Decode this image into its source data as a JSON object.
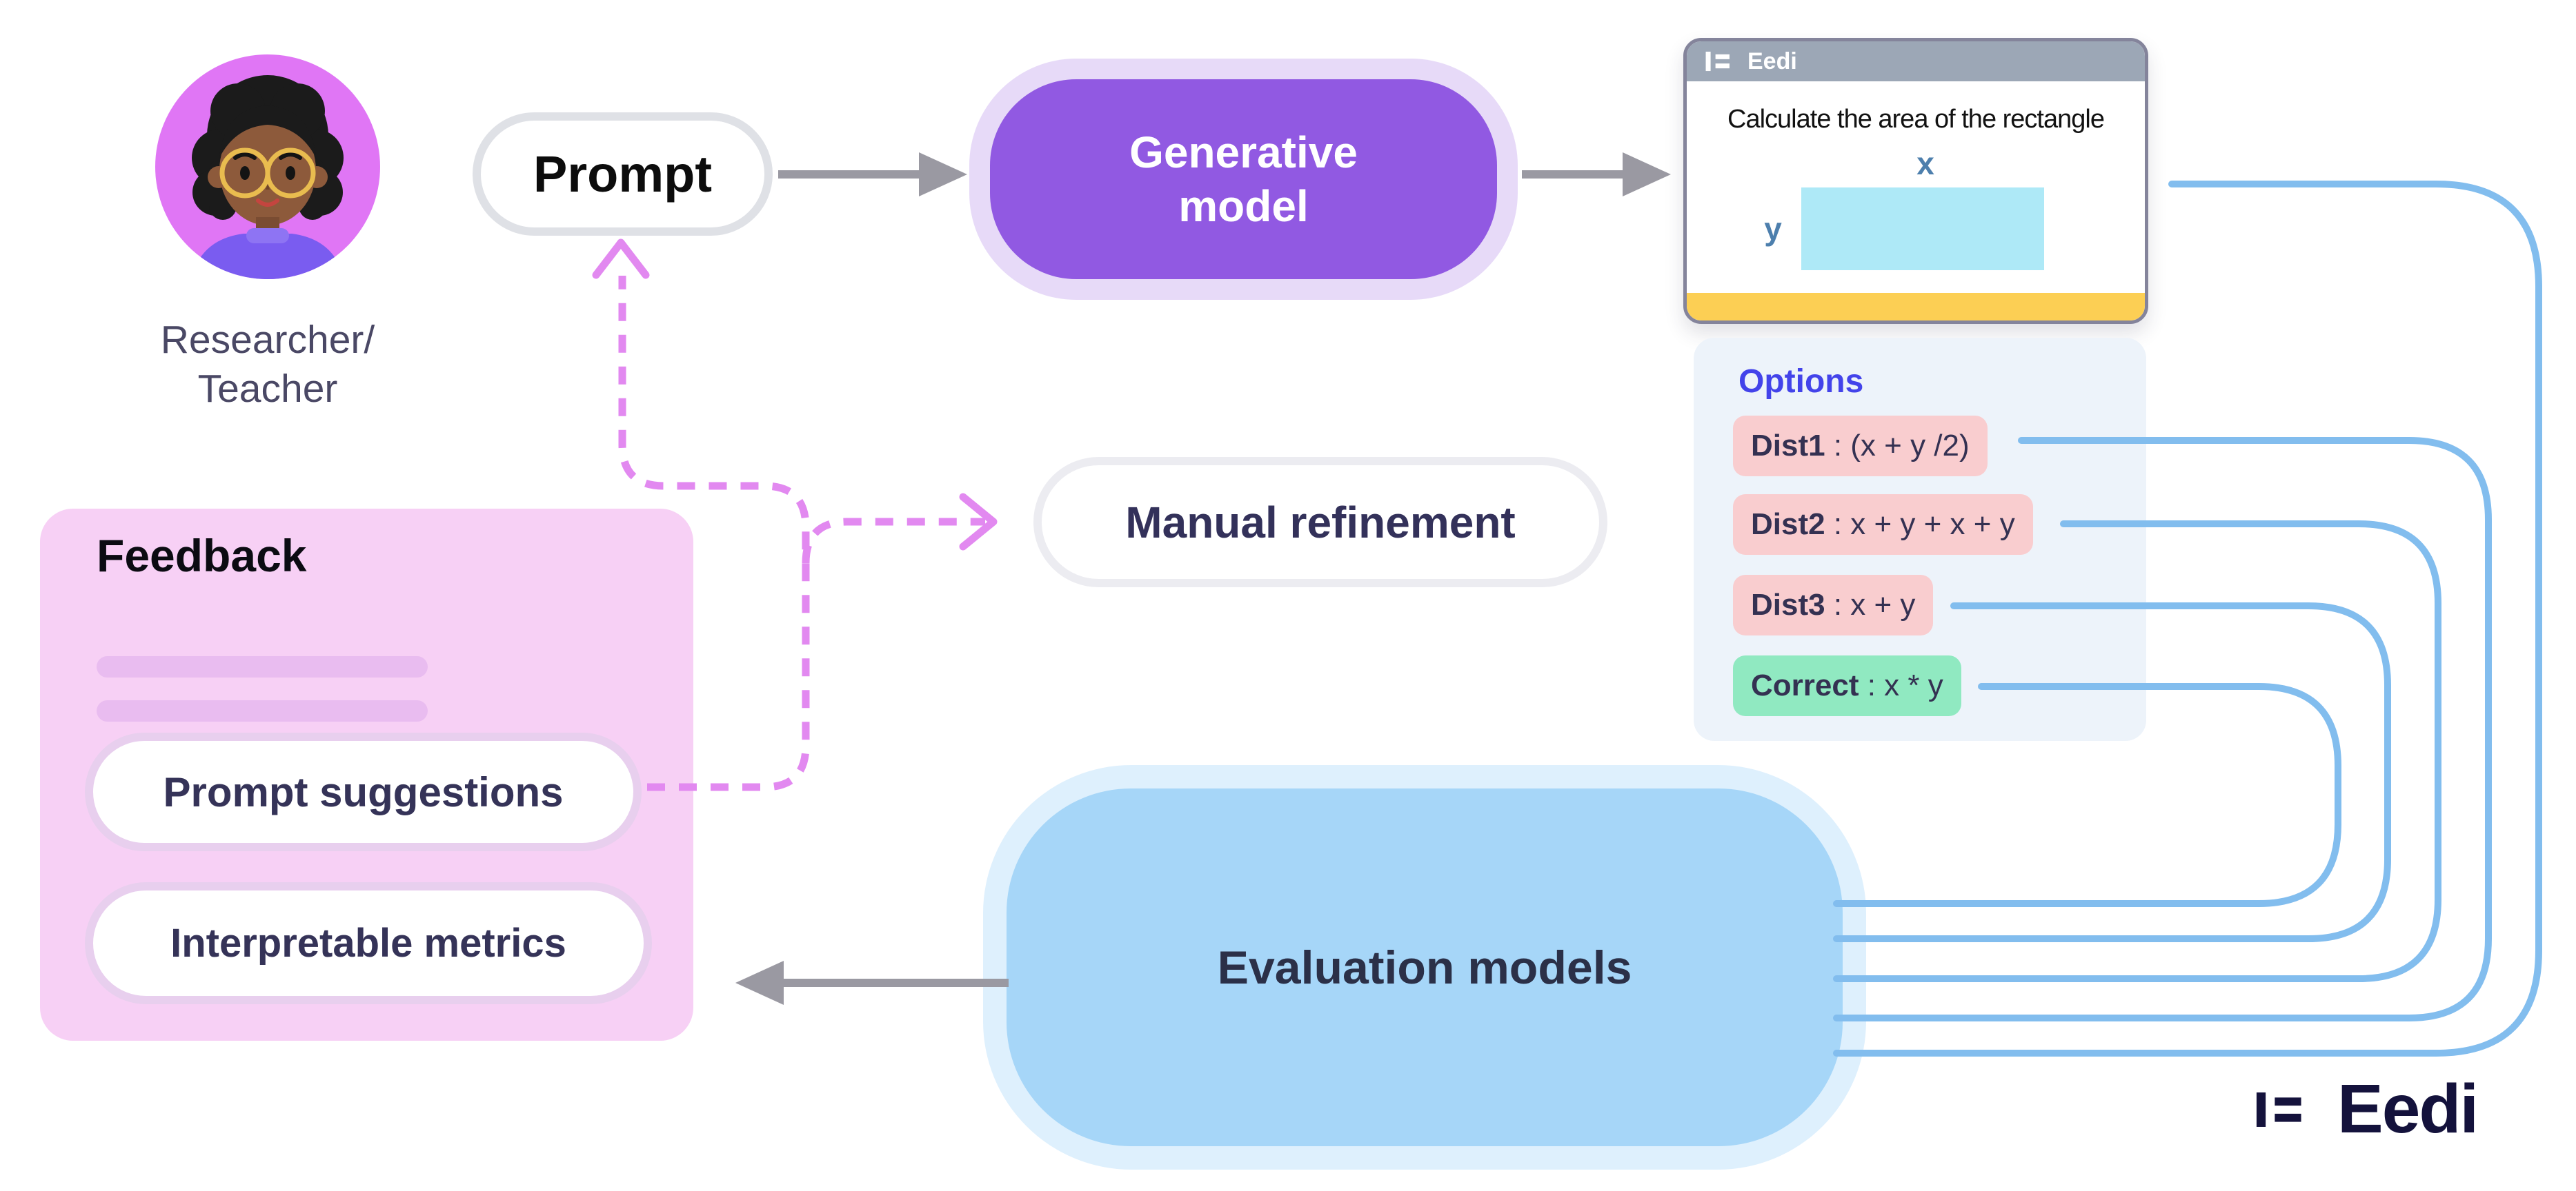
{
  "colors": {
    "generative_purple": "#9159e2",
    "generative_glow": "#e7daf8",
    "evaluation_blue": "#a6d6f8",
    "evaluation_glow": "#def0fd",
    "feedback_pink": "#f7d0f5",
    "distractor_pink": "#f9cdcf",
    "correct_green": "#90e9c1",
    "connector_blue": "#82bdee",
    "dashed_magenta": "#e289f0",
    "options_indigo": "#4343ea",
    "card_footer_yellow": "#fccf54",
    "card_header_gray": "#9ca7b6",
    "arrow_gray": "#9a99a2",
    "avatar_bg": "#e076f5"
  },
  "actor": {
    "line1": "Researcher/",
    "line2": "Teacher"
  },
  "prompt": {
    "label": "Prompt"
  },
  "generative": {
    "line1": "Generative",
    "line2": "model"
  },
  "manual": {
    "label": "Manual refinement"
  },
  "evaluation": {
    "label": "Evaluation models"
  },
  "card": {
    "brand": "Eedi",
    "question": "Calculate the area of the rectangle",
    "x_label": "x",
    "y_label": "y"
  },
  "options": {
    "title": "Options",
    "items": [
      {
        "label": "Dist1",
        "rest": " : (x + y /2)",
        "kind": "distractor"
      },
      {
        "label": "Dist2",
        "rest": " : x + y + x + y",
        "kind": "distractor"
      },
      {
        "label": "Dist3",
        "rest": " : x + y",
        "kind": "distractor"
      },
      {
        "label": "Correct",
        "rest": " : x * y",
        "kind": "correct"
      }
    ]
  },
  "feedback": {
    "title": "Feedback",
    "items": [
      "Prompt suggestions",
      "Interpretable metrics"
    ]
  },
  "brand": {
    "name": "Eedi"
  }
}
